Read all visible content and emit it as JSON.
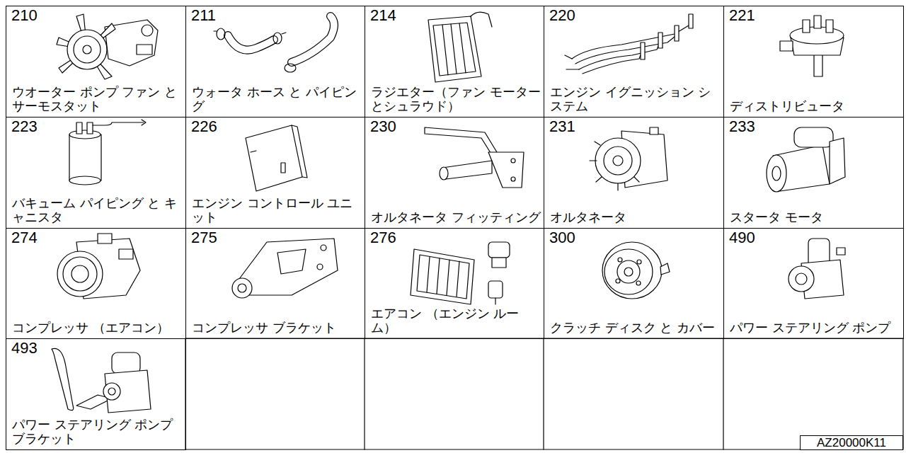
{
  "diagram": {
    "nodes": [
      {
        "text": [
          "210",
          "ウオーター ポンプ ファン と サーモスタット"
        ]
      },
      {
        "text": [
          "211",
          "ウォータ ホース と パイピング"
        ]
      },
      {
        "text": [
          "214",
          "ラジエター（ファン モーター とシュラウド）"
        ]
      },
      {
        "text": [
          "220",
          "エンジン イグニッション システム"
        ]
      },
      {
        "text": [
          "221",
          "ディストリビュータ"
        ]
      },
      {
        "text": [
          "223",
          "バキューム パイピング と キャニスタ"
        ]
      },
      {
        "text": [
          "226",
          "エンジン コントロール ユニット"
        ]
      },
      {
        "text": [
          "230",
          "オルタネータ フィッティング"
        ]
      },
      {
        "text": [
          "231",
          "オルタネータ"
        ]
      },
      {
        "text": [
          "233",
          "スタータ モータ"
        ]
      },
      {
        "text": [
          "274",
          "コンプレッサ （エアコン）"
        ]
      },
      {
        "text": [
          "275",
          "コンプレッサ ブラケット"
        ]
      },
      {
        "text": [
          "276",
          "エアコン （エンジン ルーム）"
        ]
      },
      {
        "text": [
          "300",
          "クラッチ ディスク と カバー"
        ]
      },
      {
        "text": [
          "490",
          "パワー ステアリング ポンプ"
        ]
      },
      {
        "text": [
          "493",
          "パワー ステアリング ポンプ ブラケット"
        ]
      },
      {
        "text": [
          "AZ20000K11"
        ]
      }
    ]
  }
}
